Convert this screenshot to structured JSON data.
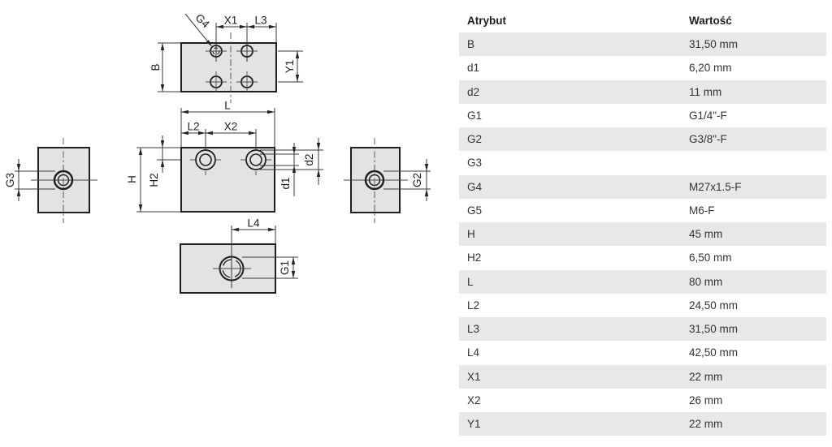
{
  "drawing": {
    "labels": {
      "g4": "G4",
      "x1": "X1",
      "l3": "L3",
      "b": "B",
      "y1": "Y1",
      "l": "L",
      "l2": "L2",
      "x2": "X2",
      "h": "H",
      "h2": "H2",
      "d1": "d1",
      "d2": "d2",
      "l4": "L4",
      "g1": "G1",
      "g3": "G3",
      "g2": "G2"
    },
    "colors": {
      "part_fill": "#e3e3e3",
      "line": "#1f1f1f"
    }
  },
  "table": {
    "headers": {
      "attribute": "Atrybut",
      "value": "Wartość"
    },
    "rows": [
      {
        "attribute": "B",
        "value": "31,50 mm"
      },
      {
        "attribute": "d1",
        "value": "6,20 mm"
      },
      {
        "attribute": "d2",
        "value": "11 mm"
      },
      {
        "attribute": "G1",
        "value": "G1/4\"-F"
      },
      {
        "attribute": "G2",
        "value": "G3/8\"-F"
      },
      {
        "attribute": "G3",
        "value": ""
      },
      {
        "attribute": "G4",
        "value": "M27x1.5-F"
      },
      {
        "attribute": "G5",
        "value": "M6-F"
      },
      {
        "attribute": "H",
        "value": "45 mm"
      },
      {
        "attribute": "H2",
        "value": "6,50 mm"
      },
      {
        "attribute": "L",
        "value": "80 mm"
      },
      {
        "attribute": "L2",
        "value": "24,50 mm"
      },
      {
        "attribute": "L3",
        "value": "31,50 mm"
      },
      {
        "attribute": "L4",
        "value": "42,50 mm"
      },
      {
        "attribute": "X1",
        "value": "22 mm"
      },
      {
        "attribute": "X2",
        "value": "26 mm"
      },
      {
        "attribute": "Y1",
        "value": "22 mm"
      }
    ],
    "colors": {
      "row_alt_bg": "#e8e8e8",
      "text": "#333333"
    }
  }
}
